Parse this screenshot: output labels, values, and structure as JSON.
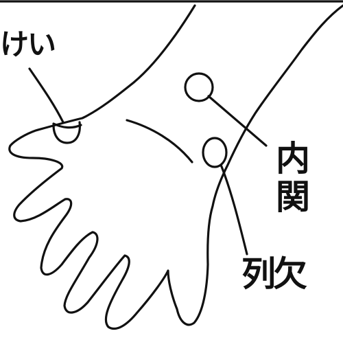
{
  "labels": {
    "top_left": "けい",
    "right_top_char1": "内",
    "right_top_char2": "関",
    "right_bottom": "列欠"
  },
  "colors": {
    "ink": "#111111",
    "paper": "#ffffff"
  }
}
